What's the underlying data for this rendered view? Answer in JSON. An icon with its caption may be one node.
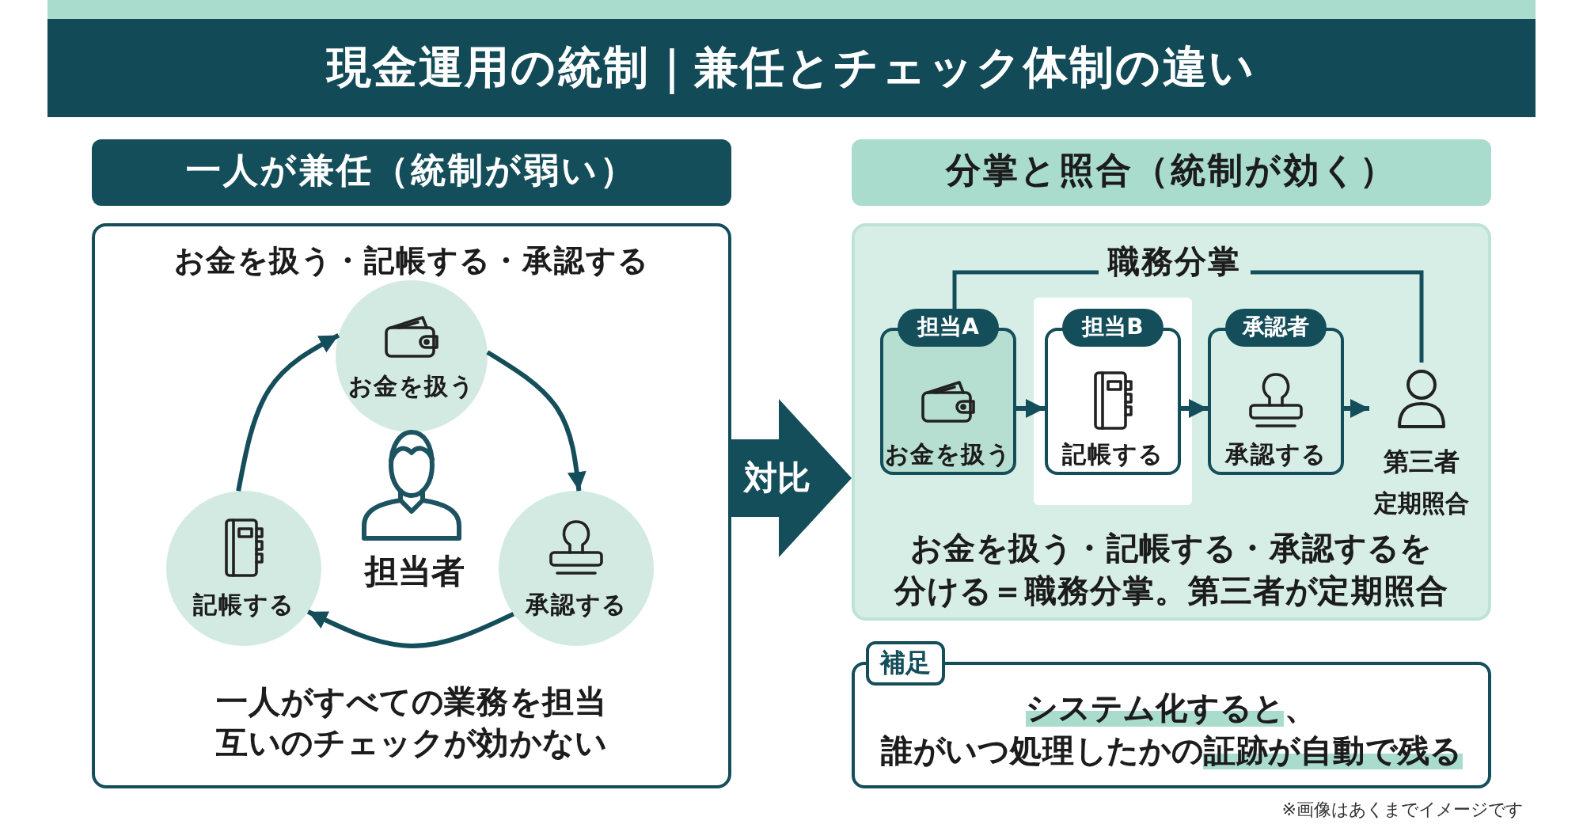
{
  "diagram": {
    "title": "現金運用の統制｜兼任とチェック体制の違い",
    "nodes": [
      {
        "text": [
          "一人が兼任（統制が弱い）"
        ]
      },
      {
        "text": [
          "分掌と照合（統制が効く）"
        ]
      },
      {
        "text": [
          "お金を扱う・記帳する・承認する",
          "一人がすべての業務を担当互いのチェックが効かない"
        ]
      },
      {
        "text": [
          "お金を扱う"
        ],
        "in": 2
      },
      {
        "text": [
          "記帳する"
        ],
        "in": 2
      },
      {
        "text": [
          "承認する"
        ],
        "in": 2
      },
      {
        "text": [
          "お金を扱う・記帳する・承認するを分ける＝職務分掌。第三者が定期照合"
        ]
      },
      {
        "text": [
          "担当A",
          "お金を扱う"
        ],
        "in": 6
      },
      {
        "text": [
          "担当B",
          "記帳する"
        ],
        "in": 6
      },
      {
        "text": [
          "承認者",
          "承認する"
        ],
        "in": 6
      },
      {
        "text": [
          "第三者",
          "定期照合"
        ],
        "in": 6
      },
      {
        "text": [
          "補足",
          "**システム化すると**、誰がいつ処理したかの**証跡が自動で残る**"
        ]
      }
    ],
    "edges": [
      {
        "from": 3,
        "to": 5,
        "arrow": "to"
      },
      {
        "from": 5,
        "to": 4,
        "arrow": "to"
      },
      {
        "from": 4,
        "to": 3,
        "arrow": "to"
      },
      {
        "from": 2,
        "to": 6,
        "arrow": "to",
        "label": "対比",
        "style": "thick"
      },
      {
        "from": 7,
        "to": 8,
        "arrow": "to"
      },
      {
        "from": 8,
        "to": 9,
        "arrow": "to"
      },
      {
        "from": 9,
        "to": 10,
        "arrow": "to"
      }
    ],
    "labels": [
      "担当者",
      "職務分掌",
      "※画像はあくまでイメージです"
    ]
  }
}
